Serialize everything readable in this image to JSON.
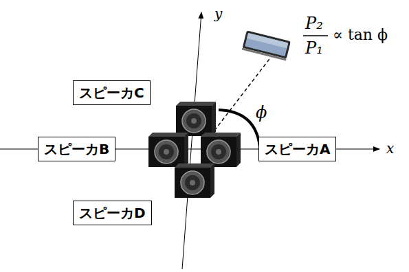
{
  "diagram": {
    "nodes": [
      {
        "text": [
          "スピーカC"
        ]
      },
      {
        "text": [
          "スピーカB"
        ]
      },
      {
        "text": [
          "スピーカA"
        ]
      },
      {
        "text": [
          "スピーカD"
        ]
      }
    ],
    "labels": [
      "y",
      "x",
      "ϕ",
      "P₂",
      "P₁",
      "∝ tan ϕ"
    ]
  }
}
